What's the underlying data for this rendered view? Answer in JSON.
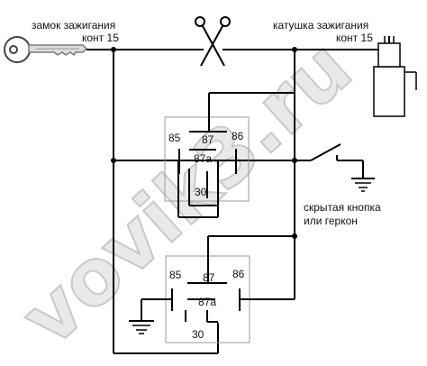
{
  "labels": {
    "ignition_lock": "замок зажигания",
    "ignition_lock_terminal": "конт 15",
    "ignition_coil": "катушка зажигания",
    "ignition_coil_terminal": "конт 15",
    "hidden_button_line1": "скрытая кнопка",
    "hidden_button_line2": "или геркон"
  },
  "watermark": "vovik3.ru",
  "relays": [
    {
      "pin85": "85",
      "pin86": "86",
      "pin87": "87",
      "pin87a": "87a",
      "pin30": "30"
    },
    {
      "pin85": "85",
      "pin86": "86",
      "pin87": "87",
      "pin87a": "87a",
      "pin30": "30"
    }
  ],
  "icons": {
    "key": "key-icon",
    "scissors": "scissors-icon",
    "coil": "ignition-coil-icon",
    "ground": "ground-icon",
    "switch": "switch-icon"
  },
  "colors": {
    "wire": "#000000",
    "relay_outline": "#9a9a9a",
    "watermark": "#e9e9e9"
  }
}
